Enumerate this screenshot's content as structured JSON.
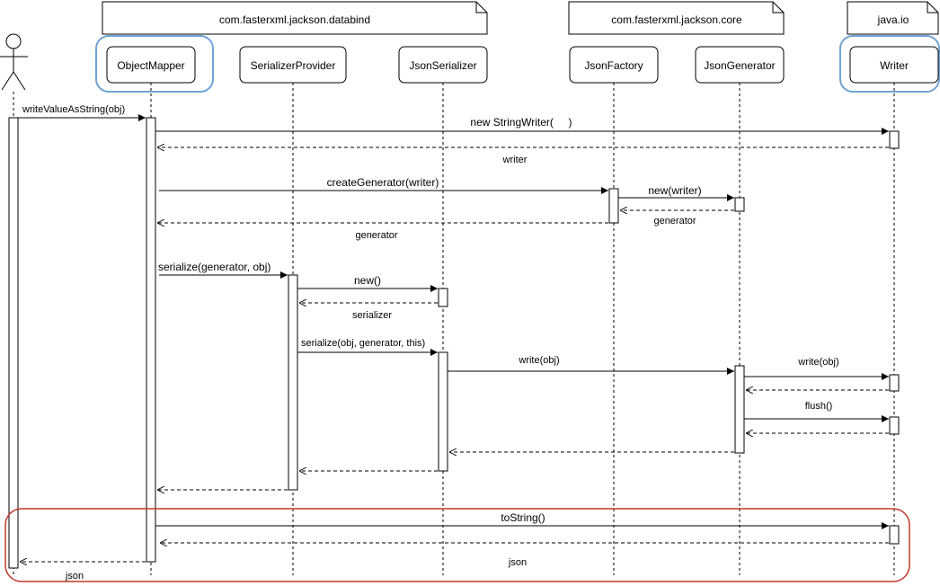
{
  "packages": [
    {
      "label": "com.fasterxml.jackson.databind"
    },
    {
      "label": "com.fasterxml.jackson.core"
    },
    {
      "label": "java.io"
    }
  ],
  "participants": [
    {
      "label": "ObjectMapper",
      "highlighted": true
    },
    {
      "label": "SerializerProvider",
      "highlighted": false
    },
    {
      "label": "JsonSerializer",
      "highlighted": false
    },
    {
      "label": "JsonFactory",
      "highlighted": false
    },
    {
      "label": "JsonGenerator",
      "highlighted": false
    },
    {
      "label": "Writer",
      "highlighted": true
    }
  ],
  "messages": [
    {
      "from": "actor",
      "to": "ObjectMapper",
      "label": "writeValueAsString(obj)",
      "kind": "call"
    },
    {
      "from": "ObjectMapper",
      "to": "Writer",
      "label": "new StringWriter(     )",
      "kind": "call"
    },
    {
      "from": "Writer",
      "to": "ObjectMapper",
      "label": "writer",
      "kind": "return"
    },
    {
      "from": "ObjectMapper",
      "to": "JsonFactory",
      "label": "createGenerator(writer)",
      "kind": "call"
    },
    {
      "from": "JsonFactory",
      "to": "JsonGenerator",
      "label": "new(writer)",
      "kind": "call"
    },
    {
      "from": "JsonGenerator",
      "to": "JsonFactory",
      "label": "generator",
      "kind": "return"
    },
    {
      "from": "JsonFactory",
      "to": "ObjectMapper",
      "label": "generator",
      "kind": "return"
    },
    {
      "from": "ObjectMapper",
      "to": "SerializerProvider",
      "label": "serialize(generator, obj)",
      "kind": "call"
    },
    {
      "from": "SerializerProvider",
      "to": "JsonSerializer",
      "label": "new()",
      "kind": "call"
    },
    {
      "from": "JsonSerializer",
      "to": "SerializerProvider",
      "label": "serializer",
      "kind": "return"
    },
    {
      "from": "SerializerProvider",
      "to": "JsonSerializer",
      "label": "serialize(obj, generator, this)",
      "kind": "call"
    },
    {
      "from": "JsonSerializer",
      "to": "JsonGenerator",
      "label": "write(obj)",
      "kind": "call"
    },
    {
      "from": "JsonGenerator",
      "to": "Writer",
      "label": "write(obj)",
      "kind": "call"
    },
    {
      "from": "Writer",
      "to": "JsonGenerator",
      "label": "",
      "kind": "return"
    },
    {
      "from": "JsonGenerator",
      "to": "Writer",
      "label": "flush()",
      "kind": "call"
    },
    {
      "from": "Writer",
      "to": "JsonGenerator",
      "label": "",
      "kind": "return"
    },
    {
      "from": "JsonGenerator",
      "to": "JsonSerializer",
      "label": "",
      "kind": "return"
    },
    {
      "from": "JsonSerializer",
      "to": "SerializerProvider",
      "label": "",
      "kind": "return"
    },
    {
      "from": "SerializerProvider",
      "to": "ObjectMapper",
      "label": "",
      "kind": "return"
    },
    {
      "from": "ObjectMapper",
      "to": "Writer",
      "label": "toString()",
      "kind": "call"
    },
    {
      "from": "Writer",
      "to": "ObjectMapper",
      "label": "json",
      "kind": "return"
    },
    {
      "from": "ObjectMapper",
      "to": "actor",
      "label": "json",
      "kind": "return"
    }
  ],
  "colors": {
    "highlight_outline": "#6fa3d6",
    "focus_region": "#c0392b",
    "line": "#000000",
    "box_fill": "#ffffff"
  }
}
